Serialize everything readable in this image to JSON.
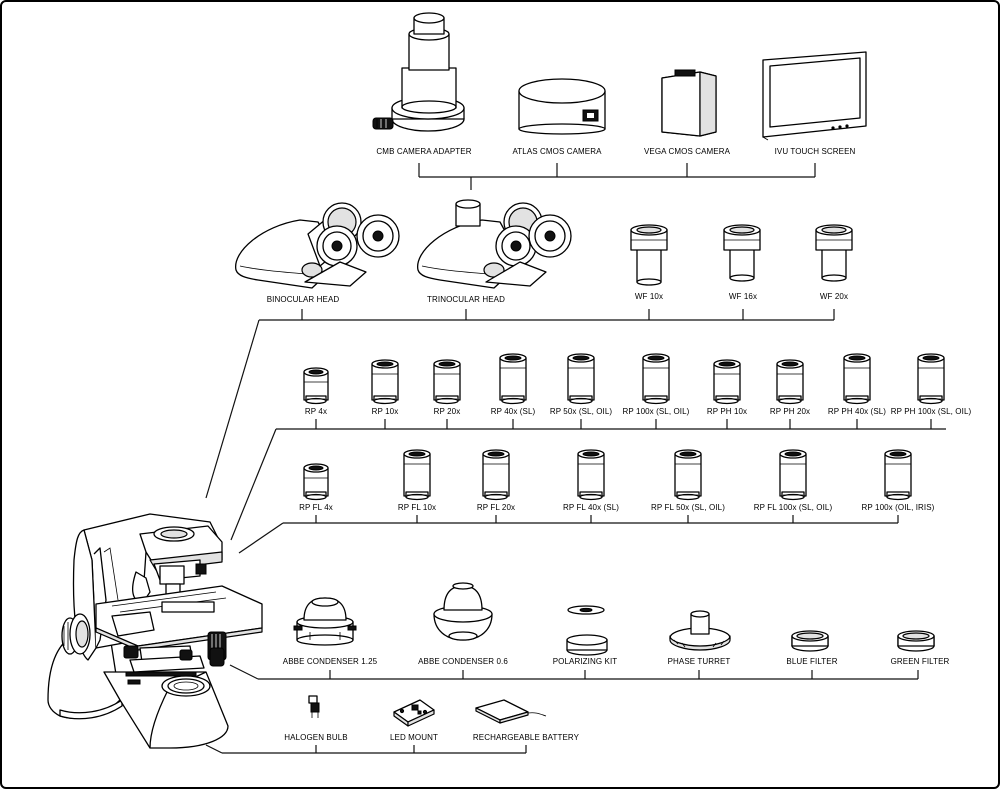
{
  "accessories": {
    "cameras": [
      {
        "id": "cmb",
        "label": "CMB CAMERA ADAPTER"
      },
      {
        "id": "atlas",
        "label": "ATLAS CMOS CAMERA"
      },
      {
        "id": "vega",
        "label": "VEGA CMOS CAMERA"
      },
      {
        "id": "ivu",
        "label": "IVU TOUCH SCREEN"
      }
    ],
    "heads": [
      {
        "id": "binocular",
        "label": "BINOCULAR HEAD"
      },
      {
        "id": "trinocular",
        "label": "TRINOCULAR HEAD"
      }
    ],
    "eyepieces": [
      {
        "id": "wf10",
        "label": "WF 10x"
      },
      {
        "id": "wf16",
        "label": "WF 16x"
      },
      {
        "id": "wf20",
        "label": "WF 20x"
      }
    ],
    "objectives_row1": [
      {
        "label": "RP 4x",
        "size": "s"
      },
      {
        "label": "RP 10x",
        "size": "m"
      },
      {
        "label": "RP 20x",
        "size": "m"
      },
      {
        "label": "RP 40x (SL)",
        "size": "l"
      },
      {
        "label": "RP 50x (SL, OIL)",
        "size": "l"
      },
      {
        "label": "RP 100x (SL, OIL)",
        "size": "l"
      },
      {
        "label": "RP PH 10x",
        "size": "m"
      },
      {
        "label": "RP PH 20x",
        "size": "m"
      },
      {
        "label": "RP PH  40x (SL)",
        "size": "l"
      },
      {
        "label": "RP PH 100x (SL, OIL)",
        "size": "l"
      }
    ],
    "objectives_row2": [
      {
        "label": "RP FL 4x",
        "size": "s"
      },
      {
        "label": "RP FL 10x",
        "size": "l"
      },
      {
        "label": "RP FL 20x",
        "size": "l"
      },
      {
        "label": "RP FL 40x (SL)",
        "size": "l"
      },
      {
        "label": "RP FL 50x (SL, OIL)",
        "size": "l"
      },
      {
        "label": "RP FL 100x (SL, OIL)",
        "size": "l"
      },
      {
        "label": "RP 100x (OIL, IRIS)",
        "size": "l"
      }
    ],
    "condensers": [
      {
        "id": "abbe125",
        "label": "ABBE CONDENSER 1.25"
      },
      {
        "id": "abbe06",
        "label": "ABBE CONDENSER 0.6"
      },
      {
        "id": "polkit",
        "label": "POLARIZING KIT"
      },
      {
        "id": "phase",
        "label": "PHASE TURRET"
      },
      {
        "id": "blue",
        "label": "BLUE FILTER"
      },
      {
        "id": "green",
        "label": "GREEN FILTER"
      }
    ],
    "illumination": [
      {
        "id": "halogen",
        "label": "HALOGEN BULB"
      },
      {
        "id": "led",
        "label": "LED MOUNT"
      },
      {
        "id": "battery",
        "label": "RECHARGEABLE BATTERY"
      }
    ]
  },
  "colors": {
    "line": "#111111",
    "fill": "#ffffff",
    "shade": "#e2e2e2",
    "dark": "#111111"
  }
}
